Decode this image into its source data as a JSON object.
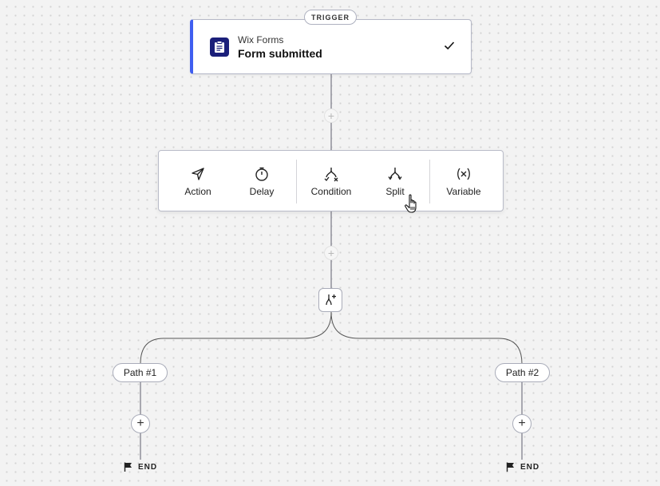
{
  "trigger": {
    "badge": "TRIGGER",
    "app_name": "Wix Forms",
    "event_name": "Form submitted"
  },
  "step_menu": {
    "items": [
      {
        "label": "Action",
        "icon": "send-icon"
      },
      {
        "label": "Delay",
        "icon": "stopwatch-icon"
      },
      {
        "label": "Condition",
        "icon": "condition-icon"
      },
      {
        "label": "Split",
        "icon": "split-icon"
      },
      {
        "label": "Variable",
        "icon": "variable-icon"
      }
    ]
  },
  "paths": [
    {
      "label": "Path #1",
      "end_label": "END"
    },
    {
      "label": "Path #2",
      "end_label": "END"
    }
  ],
  "colors": {
    "accent": "#3f5ef0",
    "app_icon_bg": "#1b1f7a"
  }
}
